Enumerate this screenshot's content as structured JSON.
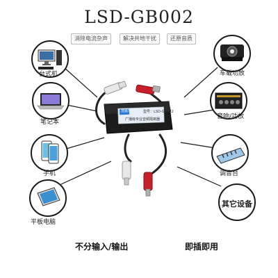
{
  "product": {
    "title": "LSD-GB002",
    "taglines": [
      "消除电流杂声",
      "解决共地干扰",
      "还原音质"
    ],
    "box_brand": "茂嘉乐",
    "box_model": "型号：LSD-GB002",
    "box_desc": "广播级专业音频隔离器"
  },
  "devices_left": [
    {
      "label": "台式机"
    },
    {
      "label": "笔记本"
    },
    {
      "label": "手机"
    },
    {
      "label": "平板电脑"
    }
  ],
  "devices_right": [
    {
      "label": "车载功放"
    },
    {
      "label": "音响/功放"
    },
    {
      "label": "调音台"
    },
    {
      "label": "其它设备"
    }
  ],
  "features": {
    "left": "不分输入/输出",
    "right": "即插即用"
  },
  "colors": {
    "outline": "#1a1a1a",
    "rca_red": "#c8202a",
    "rca_white": "#e8e8e8",
    "box": "#1c1c1c",
    "accent": "#2a7bd4"
  }
}
